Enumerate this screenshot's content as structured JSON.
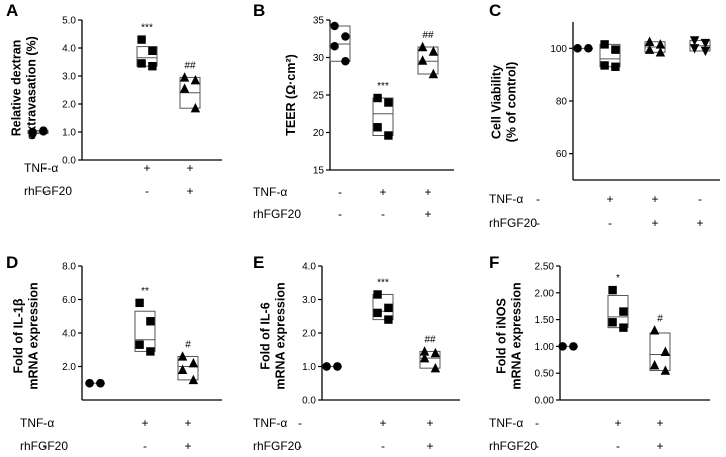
{
  "chart_data": [
    {
      "panel": "A",
      "type": "box",
      "ylabel_lines": [
        "Relative dextran",
        "extravasation (%)"
      ],
      "ylim": [
        0,
        5
      ],
      "yticks": [
        "0.0",
        "1.0",
        "2.0",
        "3.0",
        "4.0",
        "5.0"
      ],
      "ytick_values": [
        0,
        1,
        2,
        3,
        4,
        5
      ],
      "treatments": [
        {
          "label": "TNF-α",
          "signs": [
            "-",
            "+",
            "+"
          ]
        },
        {
          "label": "rhFGF20",
          "signs": [
            "-",
            "-",
            "+"
          ]
        }
      ],
      "groups": [
        {
          "marker": "circle",
          "points": [
            1.0,
            1.05,
            0.95,
            1.02
          ],
          "box": [
            0.95,
            1.0,
            1.05
          ]
        },
        {
          "marker": "square",
          "points": [
            4.3,
            3.9,
            3.45,
            3.35
          ],
          "box": [
            3.35,
            3.65,
            4.05
          ],
          "sig": "***"
        },
        {
          "marker": "triangle",
          "points": [
            2.95,
            2.85,
            2.55,
            1.85
          ],
          "box": [
            1.85,
            2.4,
            2.95
          ],
          "sig": "##"
        }
      ]
    },
    {
      "panel": "B",
      "type": "box",
      "ylabel_lines": [
        "TEER (Ω·cm²)"
      ],
      "ylim": [
        15,
        35
      ],
      "yticks": [
        "15",
        "20",
        "25",
        "30",
        "35"
      ],
      "ytick_values": [
        15,
        20,
        25,
        30,
        35
      ],
      "treatments": [
        {
          "label": "TNF-α",
          "signs": [
            "-",
            "+",
            "+"
          ]
        },
        {
          "label": "rhFGF20",
          "signs": [
            "-",
            "-",
            "+"
          ]
        }
      ],
      "groups": [
        {
          "marker": "circle",
          "points": [
            34.2,
            32.8,
            31.5,
            29.5
          ],
          "box": [
            29.5,
            31.8,
            34.2
          ]
        },
        {
          "marker": "square",
          "points": [
            24.6,
            24.0,
            20.7,
            19.6
          ],
          "box": [
            19.6,
            22.5,
            24.6
          ],
          "sig": "***"
        },
        {
          "marker": "triangle",
          "points": [
            31.4,
            30.8,
            29.6,
            27.8
          ],
          "box": [
            27.8,
            29.5,
            31.4
          ],
          "sig": "##"
        }
      ]
    },
    {
      "panel": "C",
      "type": "box",
      "ylabel_lines": [
        "Cell Viability",
        "(% of control)"
      ],
      "ylim": [
        50,
        110
      ],
      "yticks": [
        "60",
        "80",
        "100"
      ],
      "ytick_values": [
        60,
        80,
        100
      ],
      "treatments": [
        {
          "label": "TNF-α",
          "signs": [
            "-",
            "+",
            "+",
            "-"
          ]
        },
        {
          "label": "rhFGF20",
          "signs": [
            "-",
            "-",
            "+",
            "+"
          ]
        }
      ],
      "groups": [
        {
          "marker": "circle",
          "points": [
            100,
            100,
            100,
            100
          ],
          "box": [
            100,
            100,
            100
          ]
        },
        {
          "marker": "square",
          "points": [
            101.5,
            99.5,
            93.5,
            93.0
          ],
          "box": [
            93,
            96,
            101.5
          ]
        },
        {
          "marker": "triangle",
          "points": [
            102.5,
            101.5,
            99.5,
            98.5
          ],
          "box": [
            98.5,
            100.5,
            102.5
          ]
        },
        {
          "marker": "triangle-down",
          "points": [
            103.0,
            102.0,
            100.0,
            99.0
          ],
          "box": [
            99,
            101,
            103
          ]
        }
      ]
    },
    {
      "panel": "D",
      "type": "box",
      "ylabel_lines": [
        "Fold of IL-1β",
        "mRNA expression"
      ],
      "ylim": [
        0,
        8
      ],
      "yticks": [
        "2.0",
        "4.0",
        "6.0",
        "8.0"
      ],
      "ytick_values": [
        2,
        4,
        6,
        8
      ],
      "treatments": [
        {
          "label": "TNF-α",
          "signs": [
            "-",
            "+",
            "+"
          ]
        },
        {
          "label": "rhFGF20",
          "signs": [
            "-",
            "-",
            "+"
          ]
        }
      ],
      "groups": [
        {
          "marker": "circle",
          "points": [
            1,
            1,
            1,
            1
          ],
          "box": [
            1,
            1,
            1
          ]
        },
        {
          "marker": "square",
          "points": [
            5.8,
            4.7,
            3.3,
            2.9
          ],
          "box": [
            2.9,
            3.6,
            5.3
          ],
          "sig": "**"
        },
        {
          "marker": "triangle",
          "points": [
            2.6,
            2.2,
            1.8,
            1.2
          ],
          "box": [
            1.2,
            2.0,
            2.6
          ],
          "sig": "#"
        }
      ]
    },
    {
      "panel": "E",
      "type": "box",
      "ylabel_lines": [
        "Fold of IL-6",
        "mRNA expression"
      ],
      "ylim": [
        0,
        4
      ],
      "yticks": [
        "0.0",
        "1.0",
        "2.0",
        "3.0",
        "4.0"
      ],
      "ytick_values": [
        0,
        1,
        2,
        3,
        4
      ],
      "treatments": [
        {
          "label": "TNF-α",
          "signs": [
            "-",
            "+",
            "+"
          ]
        },
        {
          "label": "rhFGF20",
          "signs": [
            "-",
            "-",
            "+"
          ]
        }
      ],
      "groups": [
        {
          "marker": "circle",
          "points": [
            1,
            1,
            1,
            1
          ],
          "box": [
            1,
            1,
            1
          ]
        },
        {
          "marker": "square",
          "points": [
            3.15,
            2.75,
            2.6,
            2.4
          ],
          "box": [
            2.4,
            2.65,
            3.15
          ],
          "sig": "***"
        },
        {
          "marker": "triangle",
          "points": [
            1.45,
            1.4,
            1.25,
            0.95
          ],
          "box": [
            0.95,
            1.25,
            1.45
          ],
          "sig": "##"
        }
      ]
    },
    {
      "panel": "F",
      "type": "box",
      "ylabel_lines": [
        "Fold of iNOS",
        "mRNA expression"
      ],
      "ylim": [
        0,
        2.5
      ],
      "yticks": [
        "0.00",
        "0.50",
        "1.00",
        "1.50",
        "2.00",
        "2.50"
      ],
      "ytick_values": [
        0,
        0.5,
        1,
        1.5,
        2,
        2.5
      ],
      "treatments": [
        {
          "label": "TNF-α",
          "signs": [
            "-",
            "+",
            "+"
          ]
        },
        {
          "label": "rhFGF20",
          "signs": [
            "-",
            "-",
            "+"
          ]
        }
      ],
      "groups": [
        {
          "marker": "circle",
          "points": [
            1,
            1,
            1,
            1
          ],
          "box": [
            1,
            1,
            1
          ]
        },
        {
          "marker": "square",
          "points": [
            2.05,
            1.65,
            1.45,
            1.35
          ],
          "box": [
            1.35,
            1.55,
            1.95
          ],
          "sig": "*"
        },
        {
          "marker": "triangle",
          "points": [
            1.3,
            0.9,
            0.65,
            0.55
          ],
          "box": [
            0.55,
            0.85,
            1.25
          ],
          "sig": "#"
        }
      ]
    }
  ]
}
